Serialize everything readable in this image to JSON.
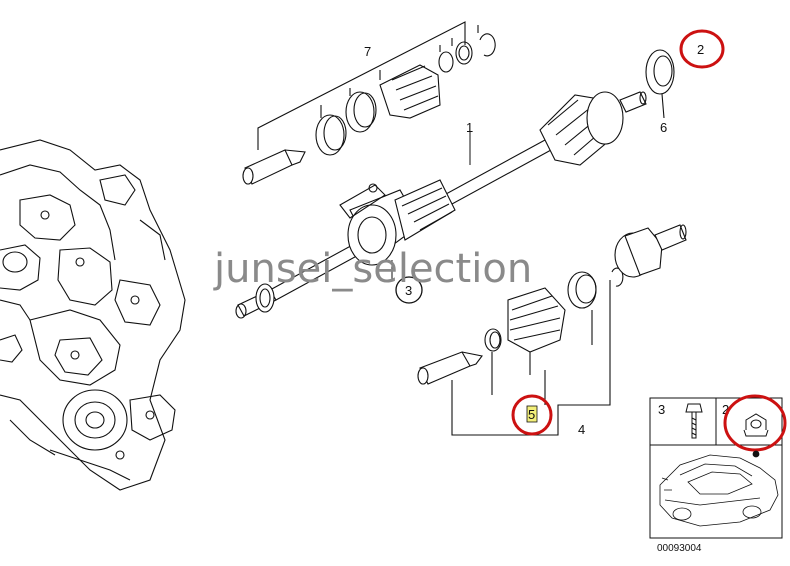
{
  "diagram": {
    "callouts": {
      "label_1": "1",
      "label_2_top": "2",
      "label_3_circle": "3",
      "label_4": "4",
      "label_5": "5",
      "label_6": "6",
      "label_7": "7"
    },
    "watermark": "junsei_selection",
    "inset": {
      "label_3": "3",
      "label_2": "2"
    },
    "drawing_code": "00093004"
  },
  "colors": {
    "highlight_circle": "#cc1111",
    "highlight_fill": "#f3f07a",
    "line": "#111111",
    "watermark": "#8a8a8a"
  }
}
